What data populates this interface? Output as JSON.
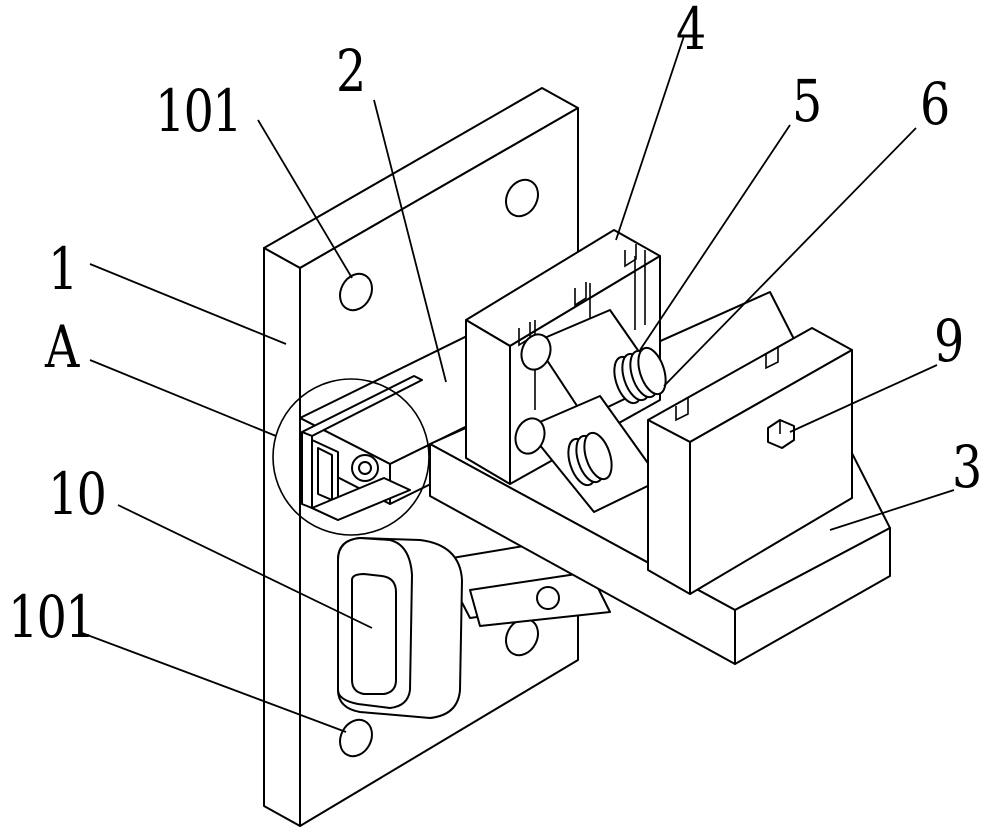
{
  "callouts": [
    {
      "id": "101a",
      "text": "101"
    },
    {
      "id": "2",
      "text": "2"
    },
    {
      "id": "4",
      "text": "4"
    },
    {
      "id": "5",
      "text": "5"
    },
    {
      "id": "6",
      "text": "6"
    },
    {
      "id": "1",
      "text": "1"
    },
    {
      "id": "A",
      "text": "A"
    },
    {
      "id": "9",
      "text": "9"
    },
    {
      "id": "3",
      "text": "3"
    },
    {
      "id": "10",
      "text": "10"
    },
    {
      "id": "101b",
      "text": "101"
    }
  ],
  "colors": {
    "line": "#000000",
    "background": "#ffffff"
  }
}
